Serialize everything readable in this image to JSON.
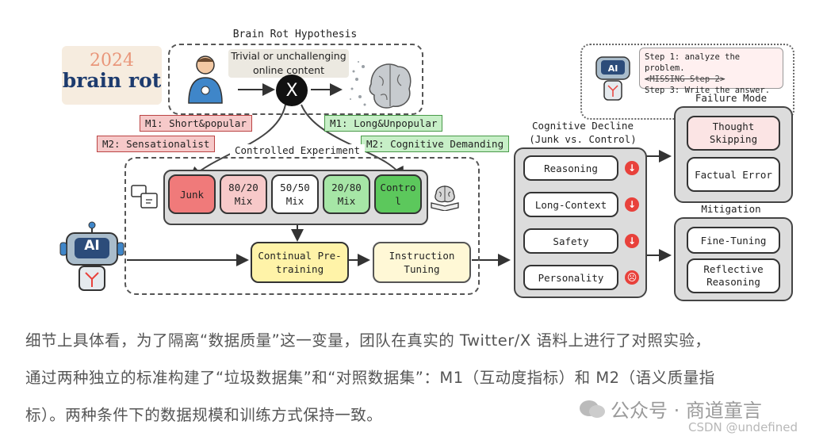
{
  "logo": {
    "year": "2024",
    "words": "brain rot"
  },
  "hypothesis": {
    "title": "Brain Rot Hypothesis",
    "content": "Trivial or unchallenging online content"
  },
  "tags": {
    "m1_left": "M1: Short&popular",
    "m2_left": "M2: Sensationalist",
    "m1_right": "M1: Long&Unpopular",
    "m2_right": "M2: Cognitive Demanding"
  },
  "experiment": {
    "title": "Controlled Experiment",
    "mixes": [
      {
        "label": "Junk",
        "color": "#f07a7a"
      },
      {
        "label": "80/20 Mix",
        "color": "#f7c9c9"
      },
      {
        "label": "50/50 Mix",
        "color": "#ffffff"
      },
      {
        "label": "20/80 Mix",
        "color": "#a6e6a6"
      },
      {
        "label": "Control",
        "color": "#5cc85c"
      }
    ],
    "pretraining": "Continual Pre-training",
    "instruction": "Instruction Tuning"
  },
  "decline": {
    "title_line1": "Cognitive Decline",
    "title_line2": "(Junk vs. Control)",
    "items": [
      "Reasoning",
      "Long-Context",
      "Safety",
      "Personality"
    ]
  },
  "steps": {
    "step1": "Step 1: analyze the problem.",
    "step2": "<MISSING Step 2>",
    "step3": "Step 3: Write the answer."
  },
  "failure": {
    "title": "Failure Mode",
    "items": [
      "Thought Skipping",
      "Factual Error"
    ]
  },
  "mitigation": {
    "title": "Mitigation",
    "items": [
      "Fine-Tuning",
      "Reflective Reasoning"
    ]
  },
  "robot_label": "AI",
  "x_logo": "X",
  "paragraph": {
    "line1": "细节上具体看，为了隔离“数据质量”这一变量，团队在真实的 Twitter/X 语料上进行了对照实验，",
    "line2": "通过两种独立的标准构建了“垃圾数据集”和“对照数据集”：M1（互动度指标）和 M2（语义质量指",
    "line3": "标）。两种条件下的数据规模和训练方式保持一致。"
  },
  "watermark": {
    "channel": "公众号 · 商道童言",
    "csdn": "CSDN @undefined"
  },
  "colors": {
    "junk": "#f07a7a",
    "control": "#5cc85c",
    "warn": "#e8413b",
    "pretrain": "#fff3a8",
    "instruct": "#fff8d6"
  }
}
